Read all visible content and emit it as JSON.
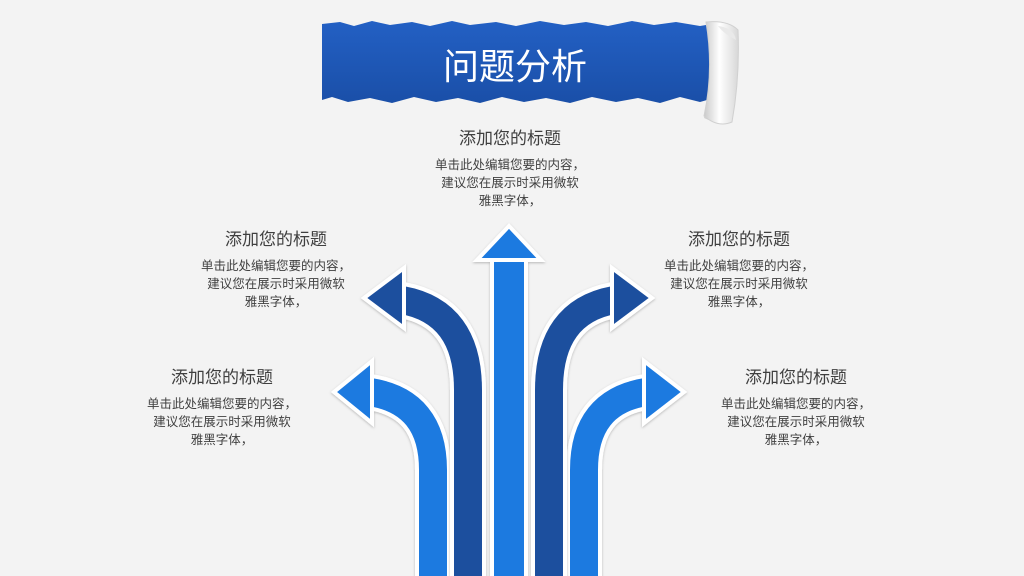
{
  "page": {
    "title": "问题分析",
    "colors": {
      "banner": "#1d56b5",
      "arrow_dark": "#1d4f9e",
      "arrow_bright": "#1f7ae0",
      "text": "#404040",
      "background": "#f3f3f3"
    }
  },
  "blocks": {
    "top": {
      "title": "添加您的标题",
      "line1": "单击此处编辑您要的内容，",
      "line2": "建议您在展示时采用微软",
      "line3": "雅黑字体，"
    },
    "mid_left": {
      "title": "添加您的标题",
      "line1": "单击此处编辑您要的内容，",
      "line2": "建议您在展示时采用微软",
      "line3": "雅黑字体，"
    },
    "mid_right": {
      "title": "添加您的标题",
      "line1": "单击此处编辑您要的内容，",
      "line2": "建议您在展示时采用微软",
      "line3": "雅黑字体，"
    },
    "low_left": {
      "title": "添加您的标题",
      "line1": "单击此处编辑您要的内容，",
      "line2": "建议您在展示时采用微软",
      "line3": "雅黑字体，"
    },
    "low_right": {
      "title": "添加您的标题",
      "line1": "单击此处编辑您要的内容，",
      "line2": "建议您在展示时采用微软",
      "line3": "雅黑字体，"
    }
  }
}
